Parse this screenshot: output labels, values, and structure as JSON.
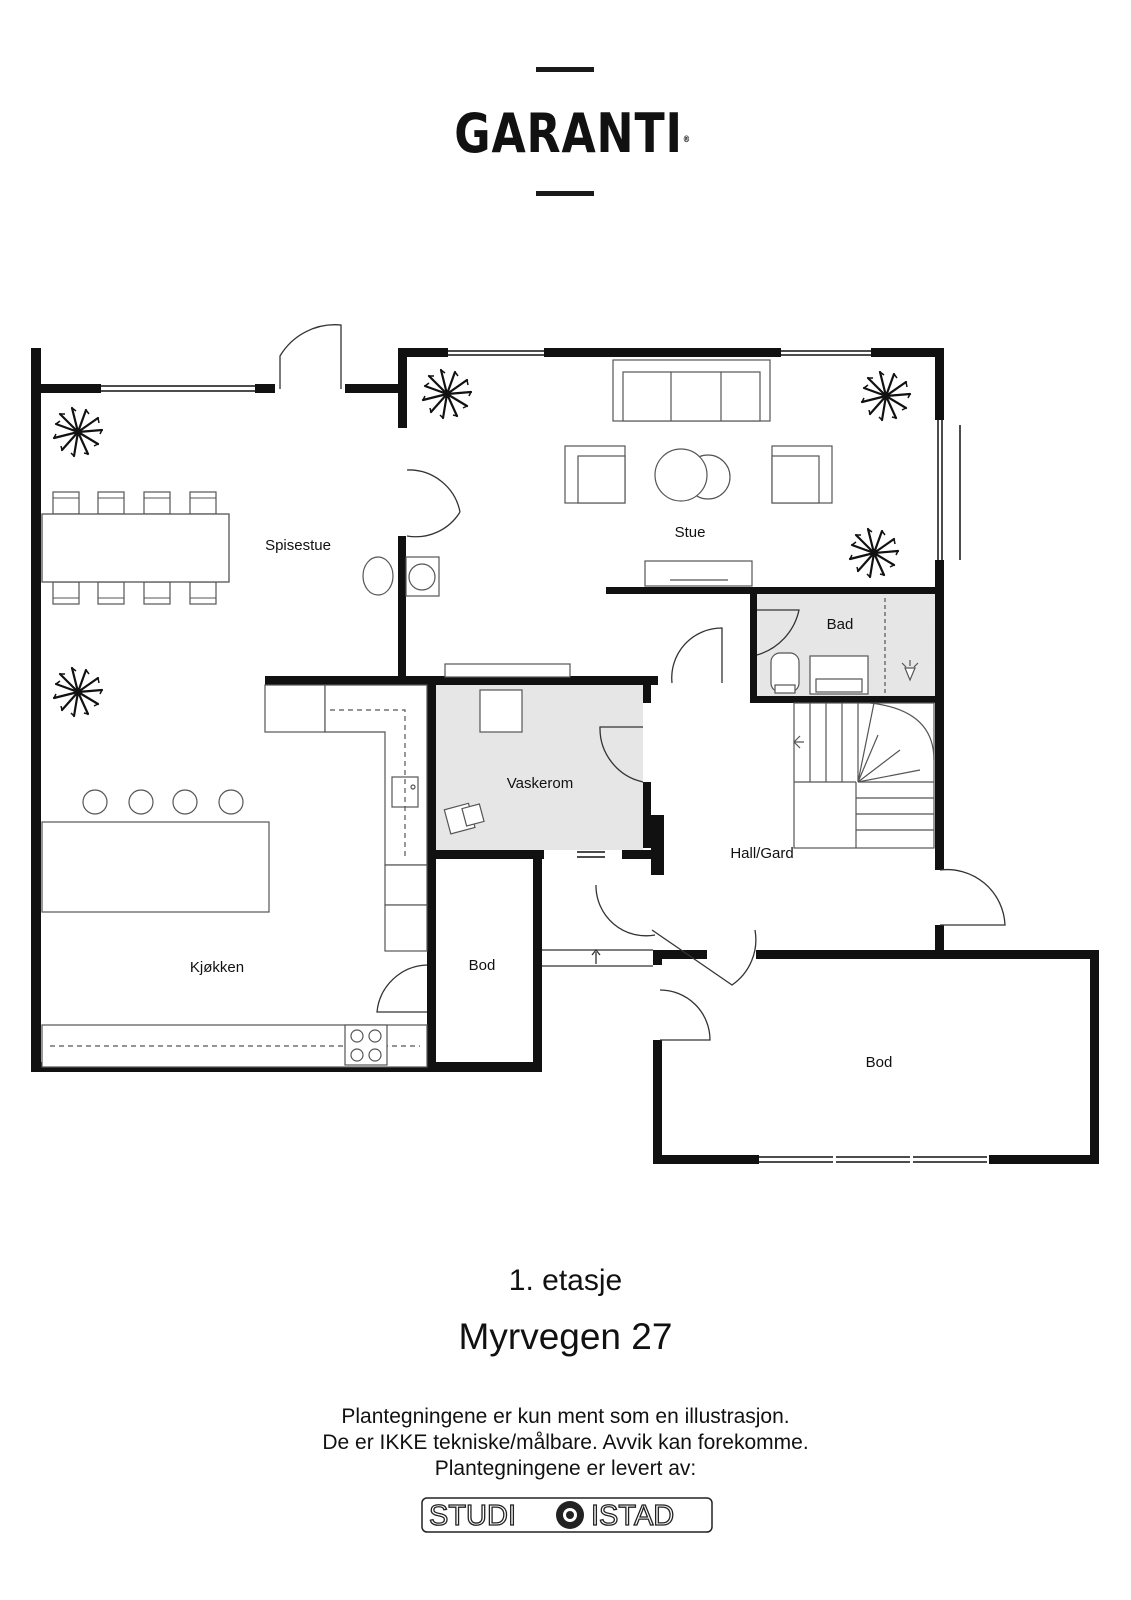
{
  "brand": {
    "name": "GARANTI",
    "reg": "®"
  },
  "rooms": {
    "spisestue": "Spisestue",
    "stue": "Stue",
    "bad": "Bad",
    "vaskerom": "Vaskerom",
    "hall": "Hall/Gard",
    "kjokken": "Kjøkken",
    "bod_small": "Bod",
    "bod_large": "Bod"
  },
  "floor_label": "1. etasje",
  "address": "Myrvegen 27",
  "disclaimer": {
    "line1": "Plantegningene er kun ment som en illustrasjon.",
    "line2": "De er IKKE tekniske/målbare. Avvik kan forekomme.",
    "line3": "Plantegningene er levert av:"
  },
  "studio": {
    "left": "STUDI",
    "right": "ISTAD"
  },
  "colors": {
    "wall": "#111111",
    "wet_room": "#e6e6e6",
    "furniture": "#555555"
  }
}
